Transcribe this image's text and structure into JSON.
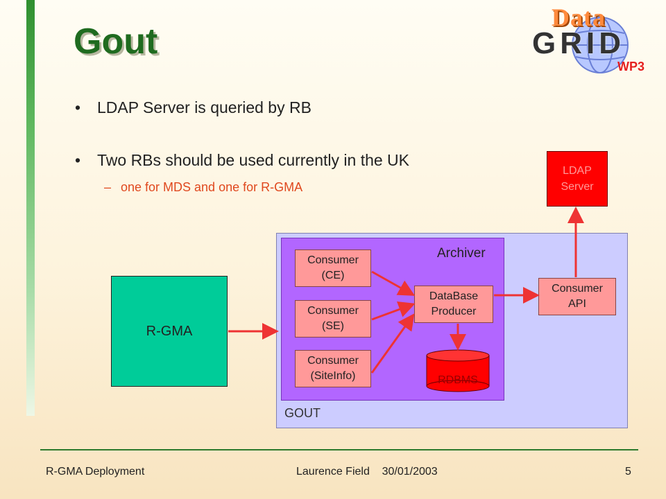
{
  "slide": {
    "title": "Gout",
    "bullets": [
      "LDAP Server is queried by RB",
      "Two RBs should be used currently in the UK"
    ],
    "bullet_marker": "•",
    "sub_bullet": "one for MDS and one for R-GMA",
    "sub_marker": "–"
  },
  "logo": {
    "top": "Data",
    "main": "GRID",
    "sub": "WP3"
  },
  "diagram": {
    "gout_label": "GOUT",
    "archiver_label": "Archiver",
    "consumers": [
      {
        "line1": "Consumer",
        "line2": "(CE)"
      },
      {
        "line1": "Consumer",
        "line2": "(SE)"
      },
      {
        "line1": "Consumer",
        "line2": "(SiteInfo)"
      }
    ],
    "database_producer": {
      "line1": "DataBase",
      "line2": "Producer"
    },
    "rdbms": "RDBMS",
    "consumer_api": {
      "line1": "Consumer",
      "line2": "API"
    },
    "ldap_server": {
      "line1": "LDAP",
      "line2": "Server"
    },
    "rgma": "R-GMA"
  },
  "footer": {
    "left": "R-GMA Deployment",
    "middle": "Laurence Field    30/01/2003",
    "page": "5"
  },
  "colors": {
    "title": "#1f6b1f",
    "arrow": "#ee3333",
    "gout_bg": "#ccccff",
    "archiver_bg": "#b266ff",
    "consumer_bg": "#ff9999",
    "ldap_bg": "#ff0000",
    "rgma_bg": "#00cc99"
  }
}
